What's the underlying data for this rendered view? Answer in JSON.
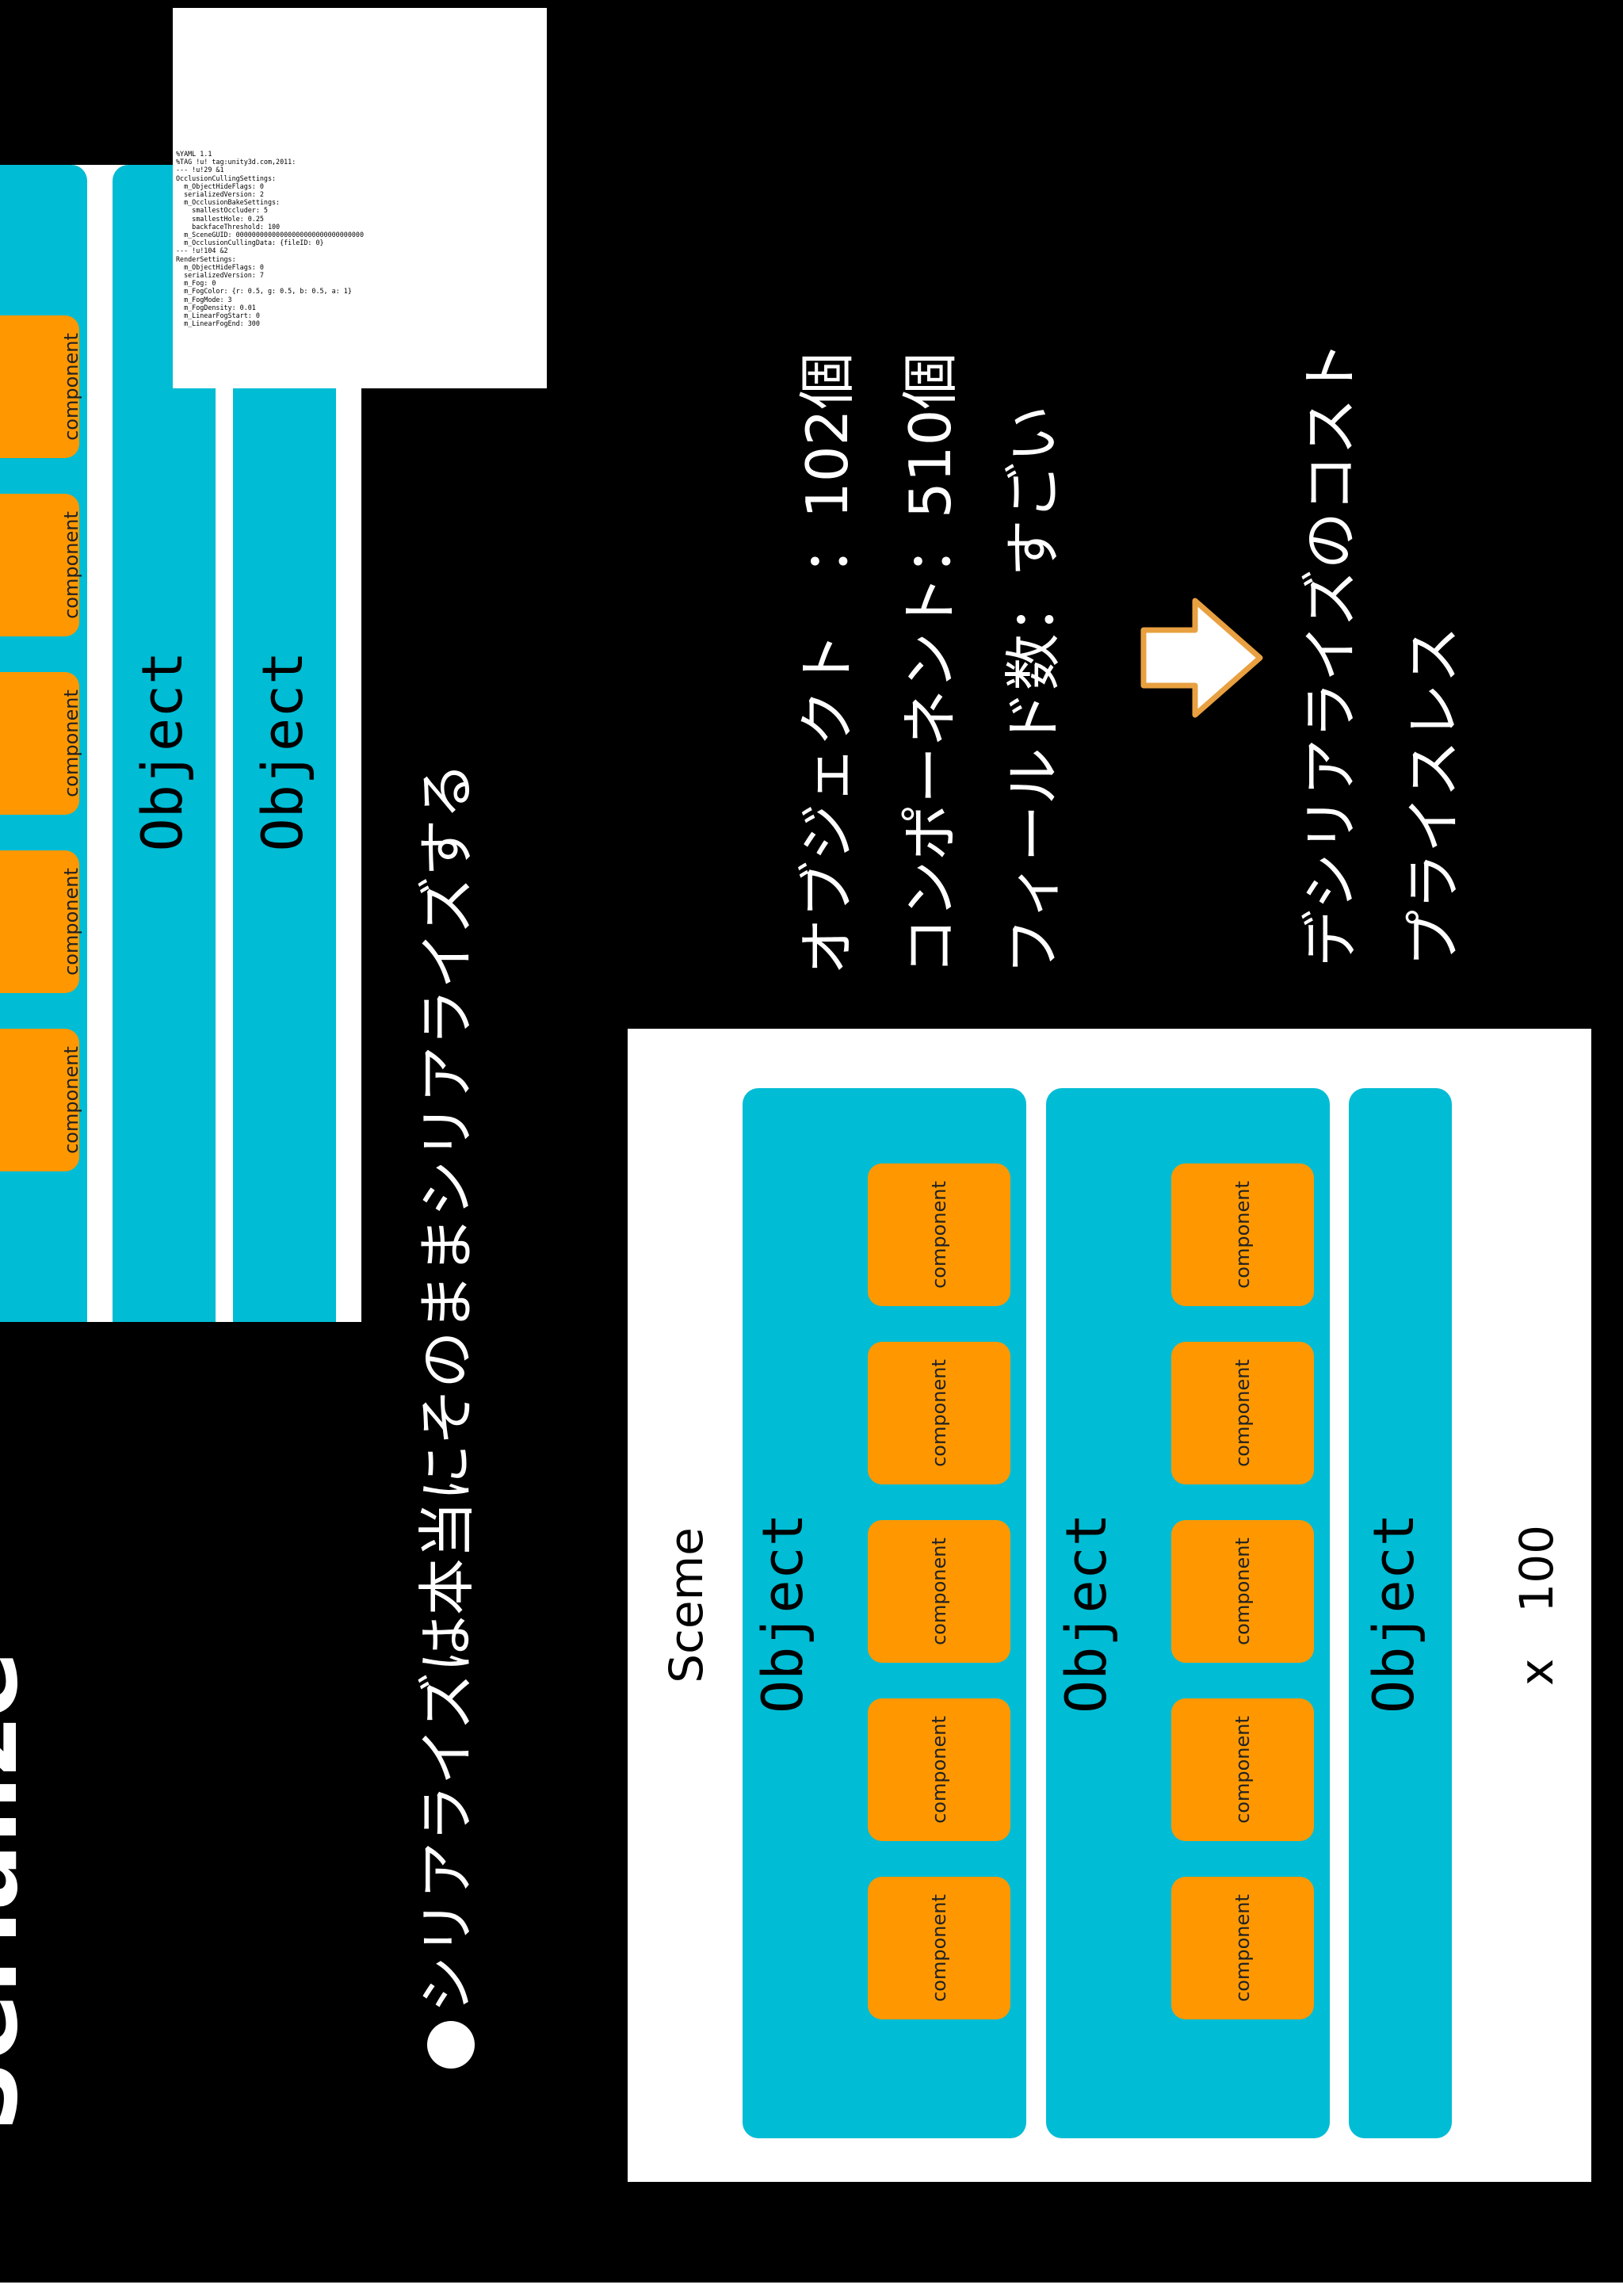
{
  "slide": {
    "title": "Serialize",
    "top_diagram": {
      "components": [
        "component",
        "component",
        "component",
        "component",
        "component"
      ],
      "objects": [
        "Object",
        "Object"
      ]
    },
    "yaml_lines": [
      "%YAML 1.1",
      "%TAG !u! tag:unity3d.com,2011:",
      "--- !u!29 &1",
      "OcclusionCullingSettings:",
      "  m_ObjectHideFlags: 0",
      "  serializedVersion: 2",
      "  m_OcclusionBakeSettings:",
      "    smallestOccluder: 5",
      "    smallestHole: 0.25",
      "    backfaceThreshold: 100",
      "  m_SceneGUID: 00000000000000000000000000000000",
      "  m_OcclusionCullingData: {fileID: 0}",
      "--- !u!104 &2",
      "RenderSettings:",
      "  m_ObjectHideFlags: 0",
      "  serializedVersion: 7",
      "  m_Fog: 0",
      "  m_FogColor: {r: 0.5, g: 0.5, b: 0.5, a: 1}",
      "  m_FogMode: 3",
      "  m_FogDensity: 0.01",
      "  m_LinearFogStart: 0",
      "  m_LinearFogEnd: 300"
    ],
    "bullet": "シリアライズは本当にそのままシリアライズする",
    "scene": {
      "label": "Sceme",
      "objects": [
        {
          "label": "Object",
          "components": [
            "component",
            "component",
            "component",
            "component",
            "component"
          ]
        },
        {
          "label": "Object",
          "components": [
            "component",
            "component",
            "component",
            "component",
            "component"
          ]
        },
        {
          "label": "Object",
          "components": []
        }
      ],
      "multiplier": "x　100"
    },
    "stats": [
      "オブジェクト　：102個",
      "コンポーネント：510個",
      "フィールド数：すごい"
    ],
    "result_lines": [
      "デシリアライズのコスト",
      "プライスレス"
    ],
    "colors": {
      "background": "#000000",
      "object": "#00bcd4",
      "component": "#ff9800",
      "arrow": "#ffffff",
      "arrow_outline": "#e8a040"
    }
  }
}
